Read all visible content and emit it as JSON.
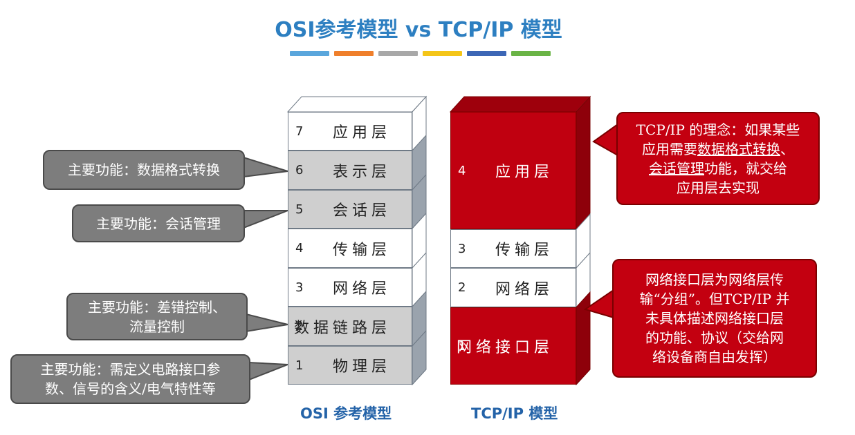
{
  "title": "OSI参考模型 vs TCP/IP 模型",
  "color_bars": [
    "#5aa6dc",
    "#ef7f2b",
    "#a8a8a8",
    "#f4c518",
    "#3c66b5",
    "#6ab446"
  ],
  "osi": {
    "caption": "OSI 参考模型",
    "layers": [
      {
        "num": "7",
        "name": "应用层",
        "fill": "#ffffff"
      },
      {
        "num": "6",
        "name": "表示层",
        "fill": "#cfcfcf"
      },
      {
        "num": "5",
        "name": "会话层",
        "fill": "#cfcfcf"
      },
      {
        "num": "4",
        "name": "传输层",
        "fill": "#ffffff"
      },
      {
        "num": "3",
        "name": "网络层",
        "fill": "#ffffff"
      },
      {
        "num": "2",
        "name": "数据链路层",
        "fill": "#cfcfcf"
      },
      {
        "num": "1",
        "name": "物理层",
        "fill": "#cfcfcf"
      }
    ]
  },
  "tcpip": {
    "caption": "TCP/IP 模型",
    "layers": [
      {
        "num": "4",
        "name": "应用层",
        "fill": "#c00010"
      },
      {
        "num": "3",
        "name": "传输层",
        "fill": "#ffffff"
      },
      {
        "num": "2",
        "name": "网络层",
        "fill": "#ffffff"
      },
      {
        "num": "1",
        "name": "网络接口层",
        "fill": "#c00010"
      }
    ]
  },
  "callouts": {
    "presentation": "主要功能：数据格式转换",
    "session": "主要功能：会话管理",
    "datalink": [
      "主要功能：差错控制、",
      "流量控制"
    ],
    "physical": [
      "主要功能：需定义电路接口参",
      "数、信号的含义/电气特性等"
    ],
    "tcp_app": {
      "line1": "TCP/IP 的理念：如果某些",
      "line2_pre": "应用需要",
      "line2_u": "数据格式转换",
      "line2_post": "、",
      "line3_u": "会话管理",
      "line3_post": "功能，就交给",
      "line4": "应用层去实现"
    },
    "tcp_net": [
      "网络接口层为网络层传",
      "输“分组”。但TCP/IP 并",
      "未具体描述网络接口层",
      "的功能、协议（交给网",
      "络设备商自由发挥）"
    ]
  }
}
